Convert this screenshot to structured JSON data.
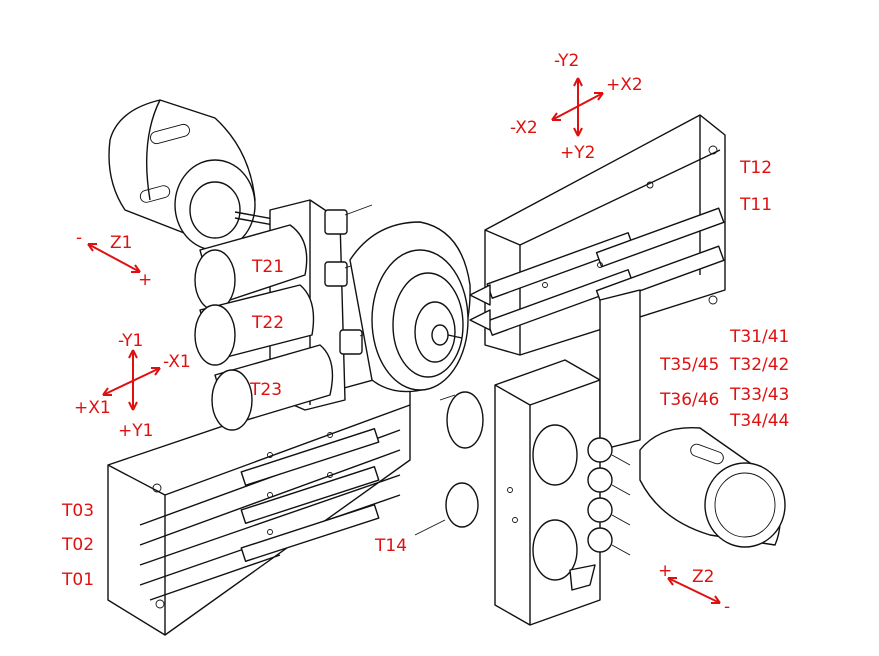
{
  "axes": {
    "y2_minus": "-Y2",
    "x2_plus": "+X2",
    "x2_minus": "-X2",
    "y2_plus": "+Y2",
    "z1_minus": "-",
    "z1": "Z1",
    "z1_plus": "+",
    "y1_minus": "-Y1",
    "x1_minus": "-X1",
    "x1_plus": "+X1",
    "y1_plus": "+Y1",
    "z2_plus": "+",
    "z2": "Z2",
    "z2_minus": "-"
  },
  "tools": {
    "t12": "T12",
    "t11": "T11",
    "t21": "T21",
    "t22": "T22",
    "t23": "T23",
    "t31_41": "T31/41",
    "t35_45": "T35/45",
    "t32_42": "T32/42",
    "t36_46": "T36/46",
    "t33_43": "T33/43",
    "t34_44": "T34/44",
    "t03": "T03",
    "t02": "T02",
    "t01": "T01",
    "t14": "T14"
  },
  "colors": {
    "label": "#e01010",
    "line": "#111111",
    "background": "#ffffff"
  }
}
